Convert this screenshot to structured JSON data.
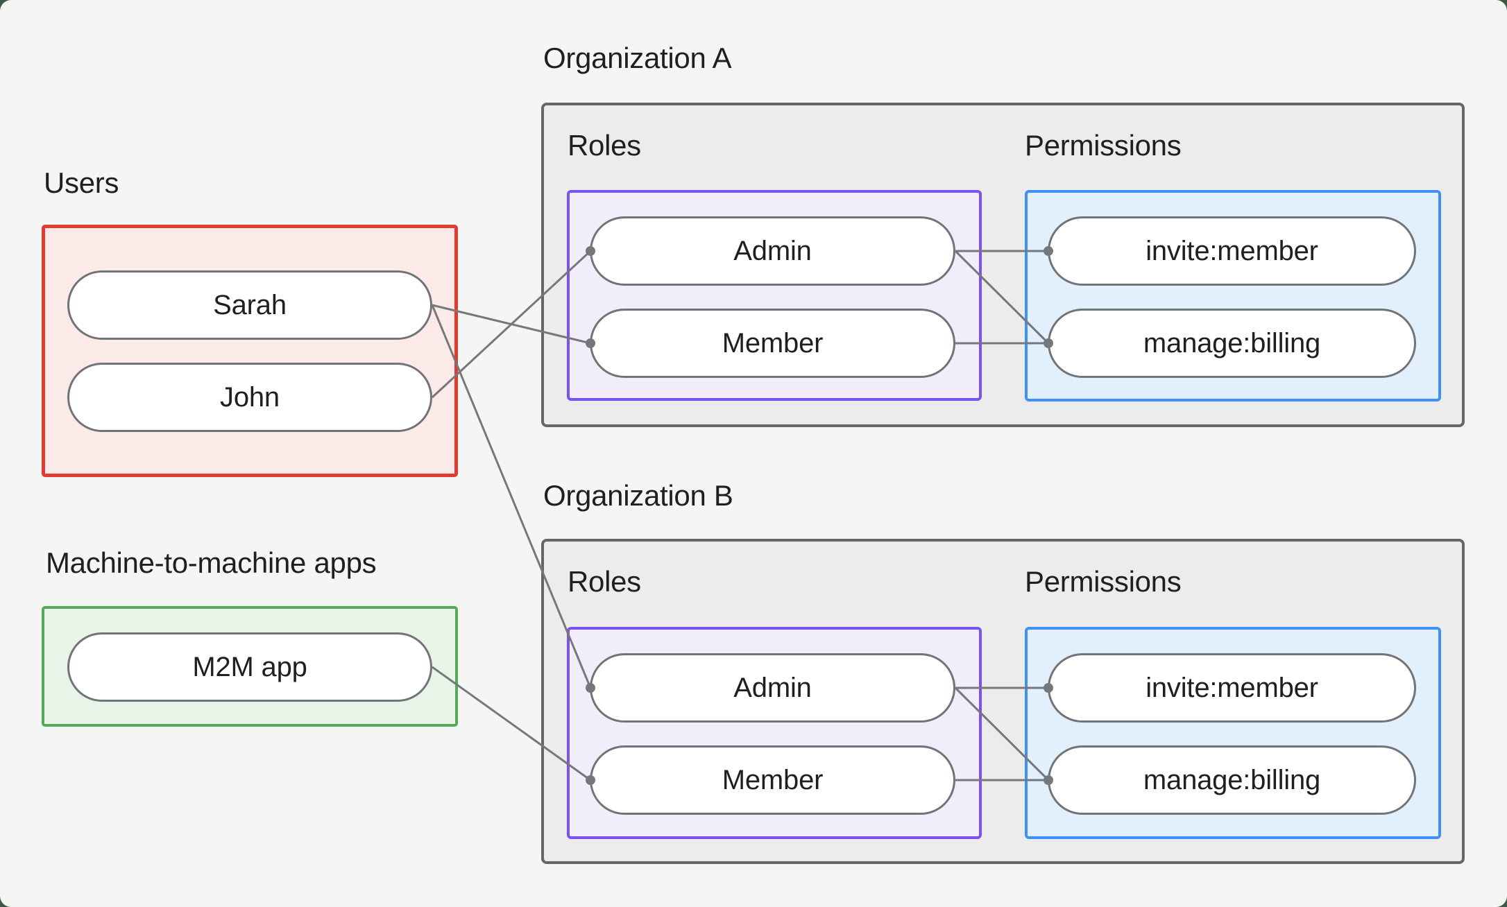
{
  "palette": {
    "frame-bg": "#3a5a44",
    "surface-bg": "#f4f6f3",
    "text": "#1d1f21",
    "connector": "#75787a",
    "pill-border": "#717477",
    "pill-fill": "#ffffff",
    "org-box-fill": "#ececec",
    "org-box-border": "#646769",
    "users-border": "#e23b32",
    "users-fill": "#fceae8",
    "m2m-border": "#57a85b",
    "m2m-fill": "#e8f4e8",
    "roles-border": "#7a52f4",
    "roles-fill": "#f2edfb",
    "permissions-border": "#3f90f7",
    "permissions-fill": "#e2effc"
  },
  "users": {
    "label": "Users",
    "items": [
      {
        "id": "sarah",
        "label": "Sarah"
      },
      {
        "id": "john",
        "label": "John"
      }
    ]
  },
  "m2m": {
    "label": "Machine-to-machine apps",
    "items": [
      {
        "id": "m2m_app",
        "label": "M2M app"
      }
    ]
  },
  "org_a": {
    "label": "Organization A",
    "roles": {
      "label": "Roles",
      "items": [
        {
          "id": "org_a_admin",
          "label": "Admin"
        },
        {
          "id": "org_a_member",
          "label": "Member"
        }
      ]
    },
    "permissions": {
      "label": "Permissions",
      "items": [
        {
          "id": "org_a_invite",
          "label": "invite:member"
        },
        {
          "id": "org_a_manage",
          "label": "manage:billing"
        }
      ]
    }
  },
  "org_b": {
    "label": "Organization B",
    "roles": {
      "label": "Roles",
      "items": [
        {
          "id": "org_b_admin",
          "label": "Admin"
        },
        {
          "id": "org_b_member",
          "label": "Member"
        }
      ]
    },
    "permissions": {
      "label": "Permissions",
      "items": [
        {
          "id": "org_b_invite",
          "label": "invite:member"
        },
        {
          "id": "org_b_manage",
          "label": "manage:billing"
        }
      ]
    }
  },
  "connections": [
    {
      "from": "sarah",
      "to": "org_a_member"
    },
    {
      "from": "john",
      "to": "org_a_admin"
    },
    {
      "from": "sarah",
      "to": "org_b_admin"
    },
    {
      "from": "m2m_app",
      "to": "org_b_member"
    },
    {
      "from": "org_a_admin",
      "to": "org_a_invite"
    },
    {
      "from": "org_a_admin",
      "to": "org_a_manage"
    },
    {
      "from": "org_a_member",
      "to": "org_a_manage"
    },
    {
      "from": "org_b_admin",
      "to": "org_b_invite"
    },
    {
      "from": "org_b_admin",
      "to": "org_b_manage"
    },
    {
      "from": "org_b_member",
      "to": "org_b_manage"
    }
  ]
}
